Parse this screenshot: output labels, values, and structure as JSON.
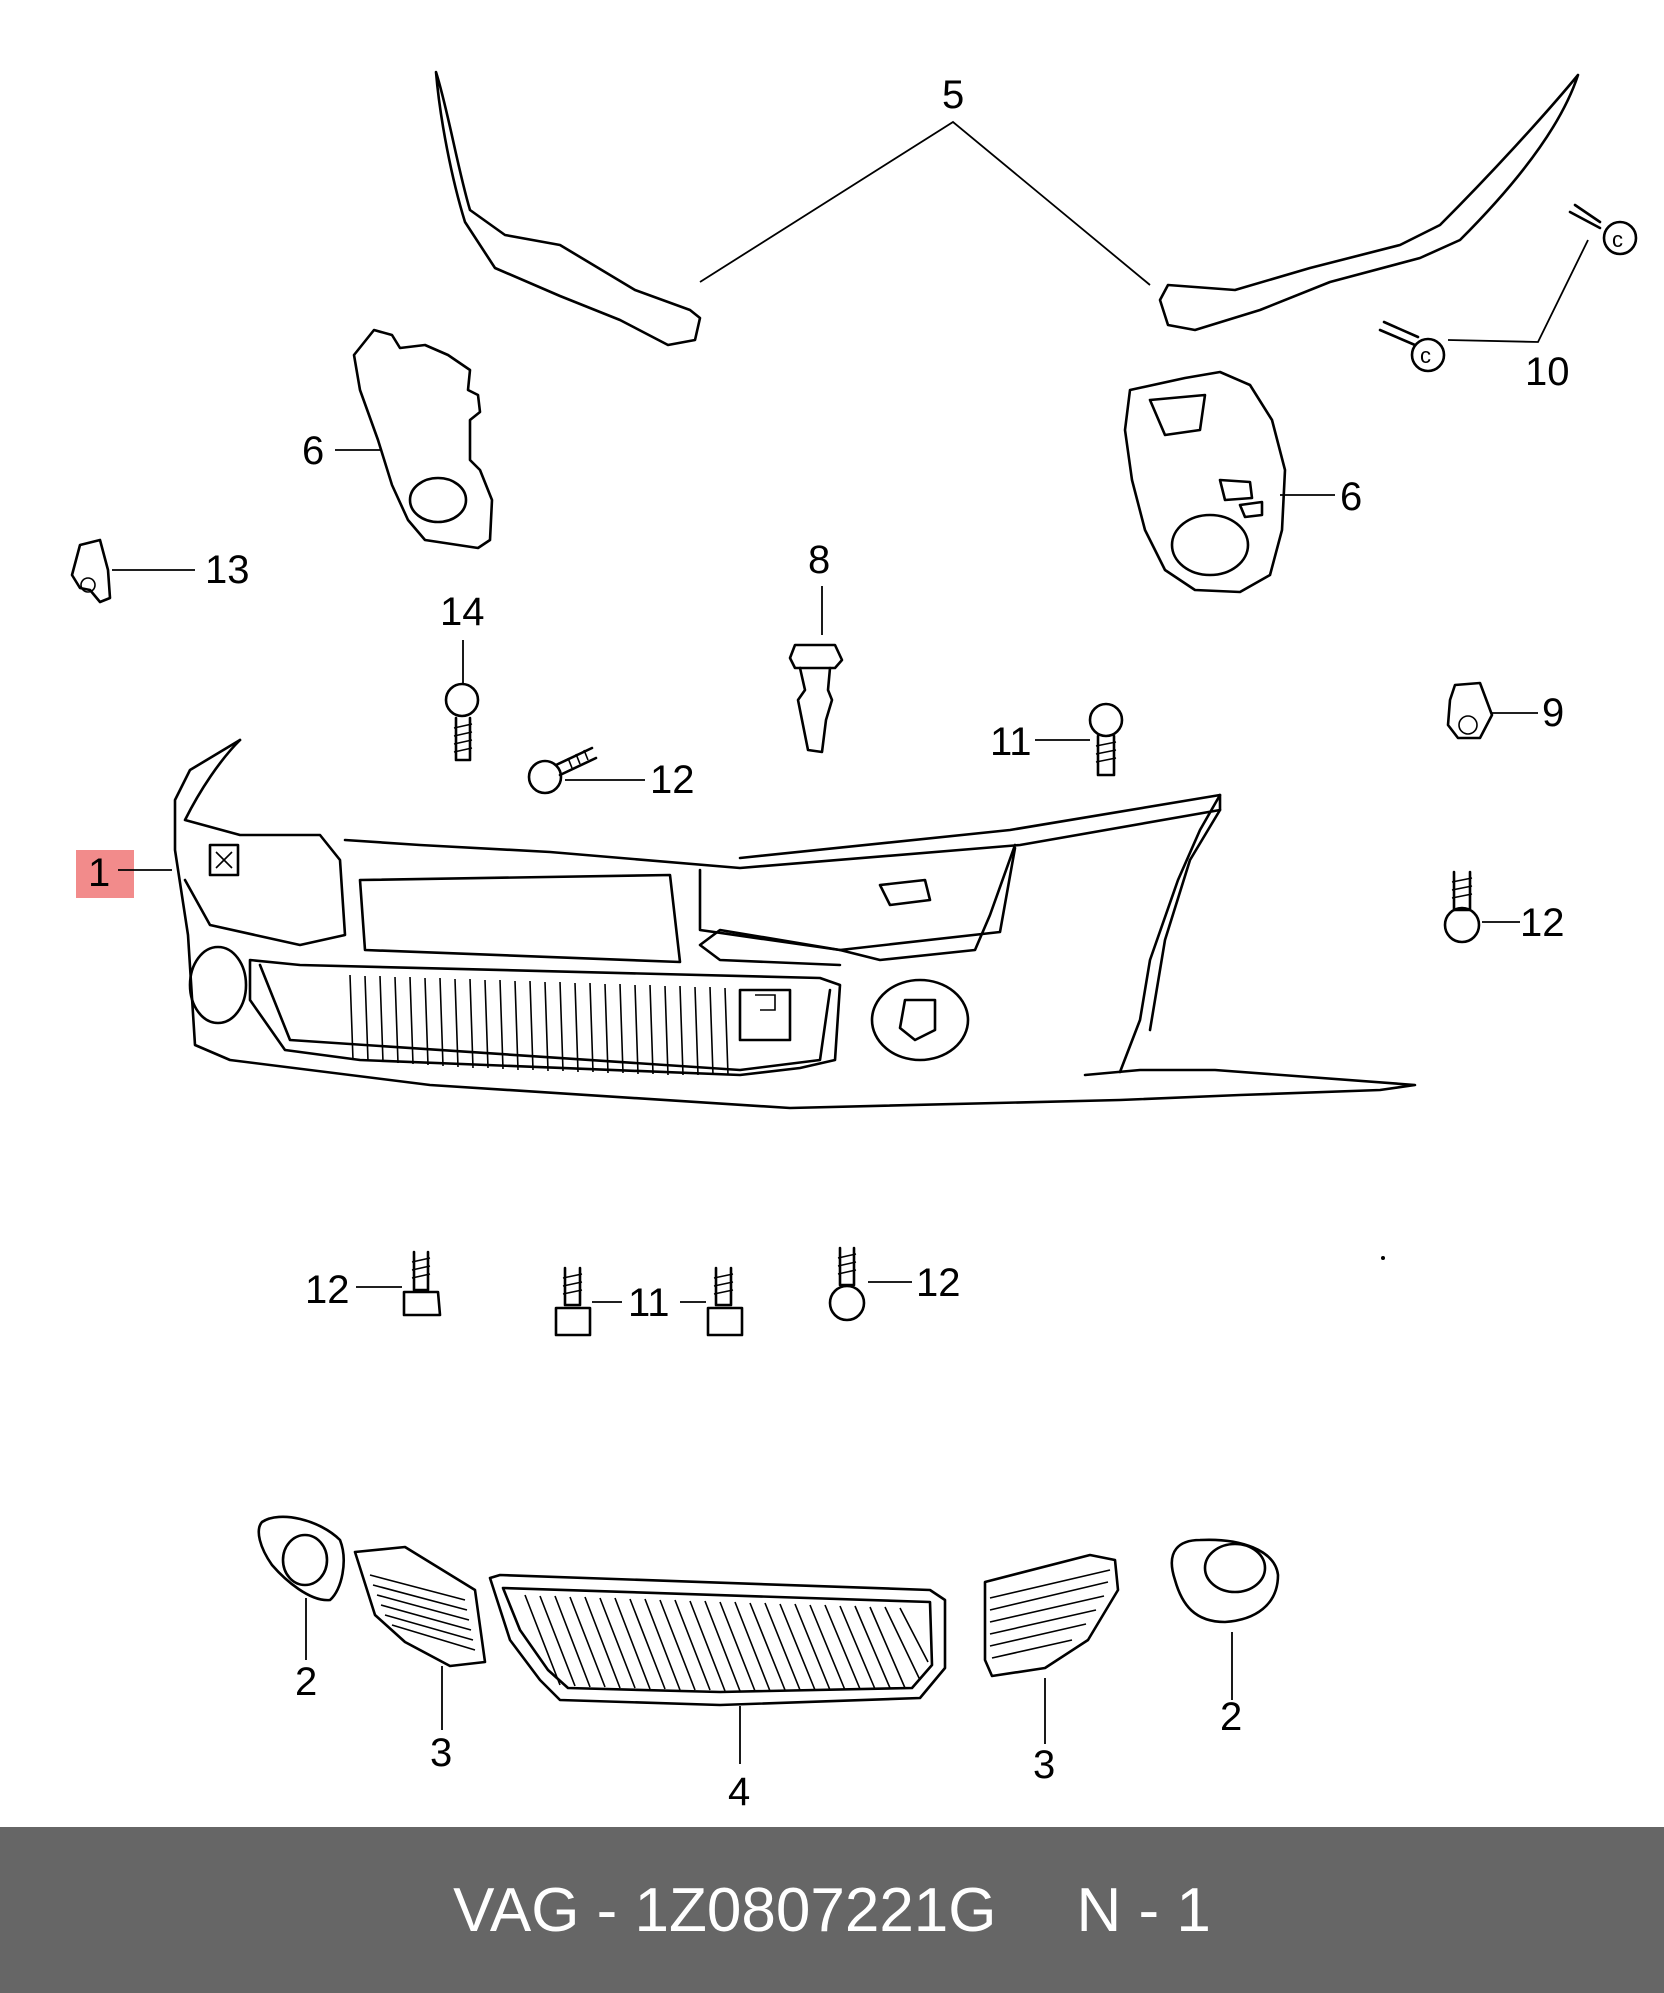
{
  "callouts": {
    "c1": "1",
    "c2a": "2",
    "c2b": "2",
    "c3a": "3",
    "c3b": "3",
    "c4": "4",
    "c5": "5",
    "c6a": "6",
    "c6b": "6",
    "c8": "8",
    "c9": "9",
    "c10": "10",
    "c11a": "11",
    "c11b": "11",
    "c12a": "12",
    "c12b": "12",
    "c12c": "12",
    "c12d": "12",
    "c13": "13",
    "c14": "14"
  },
  "highlight": {
    "part": "1",
    "color": "#f28b8b"
  },
  "footer": {
    "brand": "VAG - 1Z0807221G",
    "position": "N - 1"
  }
}
